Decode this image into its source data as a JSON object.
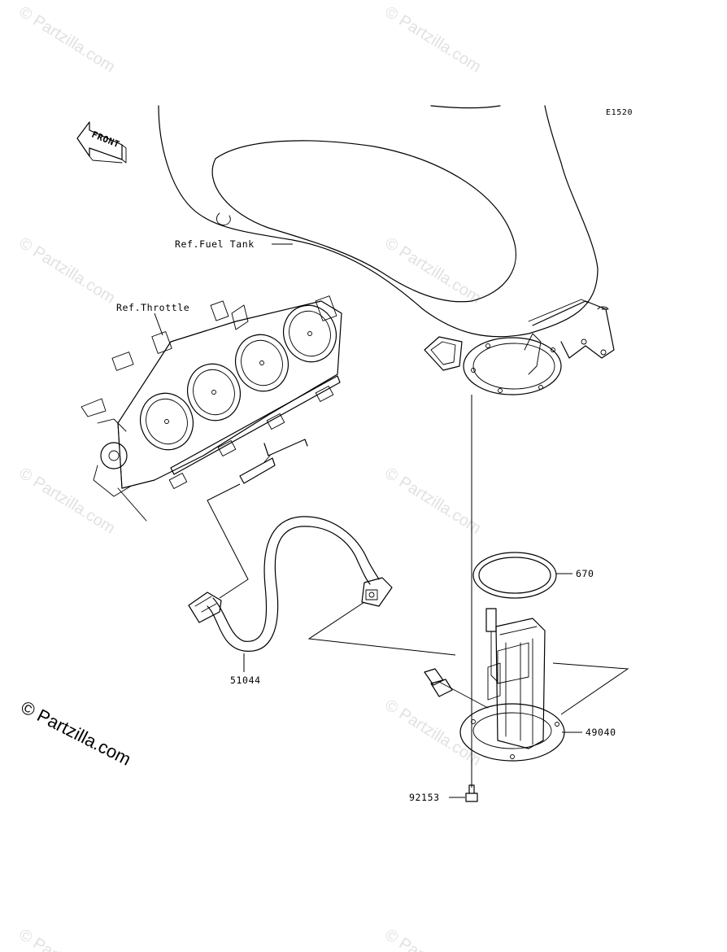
{
  "diagram": {
    "code": "E1520",
    "front_arrow_label": "FRONT",
    "reference_labels": [
      "Ref.Fuel Tank",
      "Ref.Throttle"
    ],
    "parts": [
      {
        "number": "670",
        "name": "o-ring"
      },
      {
        "number": "51044",
        "name": "fuel-hose"
      },
      {
        "number": "49040",
        "name": "fuel-pump"
      },
      {
        "number": "92153",
        "name": "bolt"
      }
    ]
  },
  "watermark": {
    "text": "© Partzilla.com"
  },
  "copyright": {
    "text": "© Partzilla.com"
  }
}
